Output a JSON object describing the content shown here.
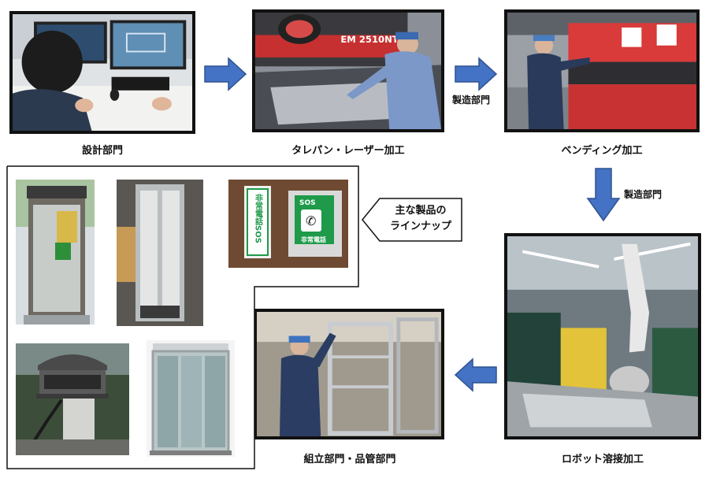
{
  "process": {
    "design": {
      "caption": "設計部門"
    },
    "punch_laser": {
      "caption": "タレパン・レーザー加工"
    },
    "bending": {
      "caption": "ベンディング加工"
    },
    "robot_welding": {
      "caption": "ロボット溶接加工"
    },
    "assembly": {
      "caption": "組立部門・品管部門"
    },
    "arrow_label_1": "製造部門",
    "arrow_label_2": "製造部門",
    "machine_text": "EM 2510NT"
  },
  "products": {
    "callout_line1": "主な製品の",
    "callout_line2": "ラインナップ",
    "sign_vertical": "非常電話SOS",
    "sign_sos": "SOS",
    "sign_emergency": "非常電話"
  },
  "colors": {
    "arrow_blue": "#4472c4",
    "frame_black": "#111111",
    "sign_green": "#1e9a4a"
  }
}
